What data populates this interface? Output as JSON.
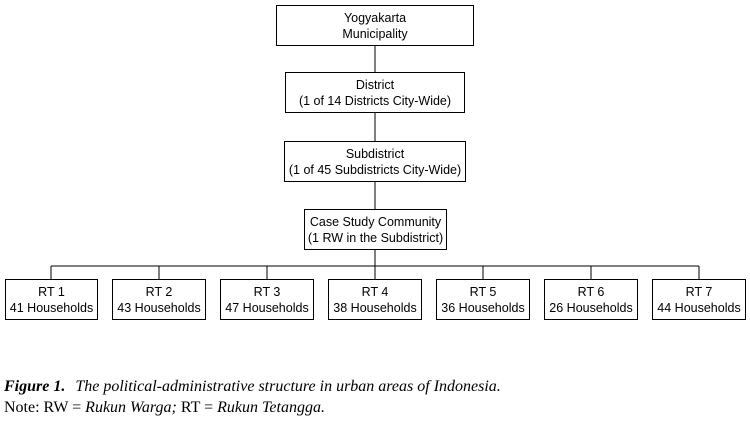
{
  "nodes": {
    "municipality": {
      "line1": "Yogyakarta",
      "line2": "Municipality"
    },
    "district": {
      "line1": "District",
      "line2": "(1 of 14 Districts City-Wide)"
    },
    "subdistrict": {
      "line1": "Subdistrict",
      "line2": "(1 of 45 Subdistricts City-Wide)"
    },
    "community": {
      "line1": "Case Study Community",
      "line2": "(1 RW in the Subdistrict)"
    },
    "rts": [
      {
        "line1": "RT 1",
        "line2": "41 Households"
      },
      {
        "line1": "RT 2",
        "line2": "43 Households"
      },
      {
        "line1": "RT 3",
        "line2": "47 Households"
      },
      {
        "line1": "RT 4",
        "line2": "38 Households"
      },
      {
        "line1": "RT 5",
        "line2": "36 Households"
      },
      {
        "line1": "RT 6",
        "line2": "26 Households"
      },
      {
        "line1": "RT 7",
        "line2": "44 Households"
      }
    ]
  },
  "caption": {
    "label": "Figure 1.",
    "title": "The political-administrative structure in urban areas of Indonesia.",
    "note_prefix": "Note: RW = ",
    "rw_term": "Rukun Warga;",
    "note_mid": " RT = ",
    "rt_term": "Rukun Tetangga."
  }
}
